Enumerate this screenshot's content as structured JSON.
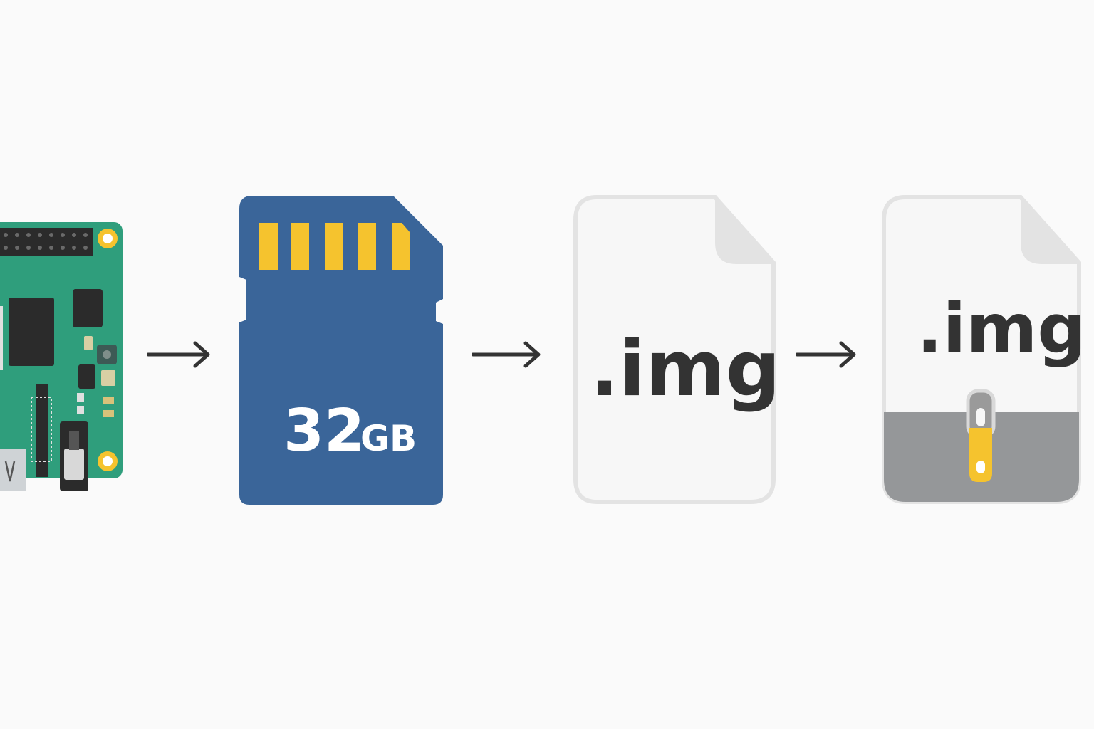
{
  "steps": [
    {
      "name": "raspberry-pi"
    },
    {
      "name": "sd-card",
      "capacity_number": "32",
      "capacity_unit": "GB"
    },
    {
      "name": "disk-image-file",
      "label": ".img"
    },
    {
      "name": "compressed-image-file",
      "label": ".img"
    }
  ],
  "colors": {
    "background": "#fafafa",
    "board_green": "#2f9e7c",
    "sd_blue": "#3a6599",
    "contact_yellow": "#f5c32e",
    "file_white": "#f7f7f7",
    "file_border": "#e3e3e3",
    "zip_gray": "#959799",
    "arrow": "#333333"
  }
}
